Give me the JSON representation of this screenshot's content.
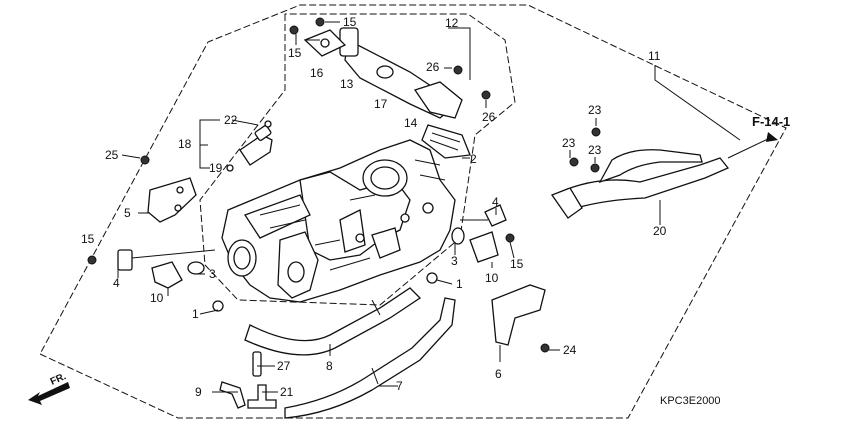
{
  "diagram": {
    "reference_label": "F-14-1",
    "diagram_code": "KPC3E2000",
    "direction_label": "FR.",
    "callouts": [
      {
        "id": "c15a",
        "text": "15"
      },
      {
        "id": "c15b",
        "text": "15"
      },
      {
        "id": "c16",
        "text": "16"
      },
      {
        "id": "c13",
        "text": "13"
      },
      {
        "id": "c12",
        "text": "12"
      },
      {
        "id": "c17",
        "text": "17"
      },
      {
        "id": "c26a",
        "text": "26"
      },
      {
        "id": "c26b",
        "text": "26"
      },
      {
        "id": "c14",
        "text": "14"
      },
      {
        "id": "c2",
        "text": "2"
      },
      {
        "id": "c22",
        "text": "22"
      },
      {
        "id": "c18",
        "text": "18"
      },
      {
        "id": "c19",
        "text": "19"
      },
      {
        "id": "c25",
        "text": "25"
      },
      {
        "id": "c5",
        "text": "5"
      },
      {
        "id": "c4a",
        "text": "4"
      },
      {
        "id": "c15c",
        "text": "15"
      },
      {
        "id": "c4b",
        "text": "4"
      },
      {
        "id": "c3a",
        "text": "3"
      },
      {
        "id": "c10a",
        "text": "10"
      },
      {
        "id": "c1a",
        "text": "1"
      },
      {
        "id": "c3b",
        "text": "3"
      },
      {
        "id": "c10b",
        "text": "10"
      },
      {
        "id": "c15d",
        "text": "15"
      },
      {
        "id": "c1b",
        "text": "1"
      },
      {
        "id": "c8",
        "text": "8"
      },
      {
        "id": "c7",
        "text": "7"
      },
      {
        "id": "c27",
        "text": "27"
      },
      {
        "id": "c9",
        "text": "9"
      },
      {
        "id": "c21",
        "text": "21"
      },
      {
        "id": "c6",
        "text": "6"
      },
      {
        "id": "c24",
        "text": "24"
      },
      {
        "id": "c11",
        "text": "11"
      },
      {
        "id": "c23a",
        "text": "23"
      },
      {
        "id": "c23b",
        "text": "23"
      },
      {
        "id": "c23c",
        "text": "23"
      },
      {
        "id": "c20",
        "text": "20"
      }
    ]
  }
}
